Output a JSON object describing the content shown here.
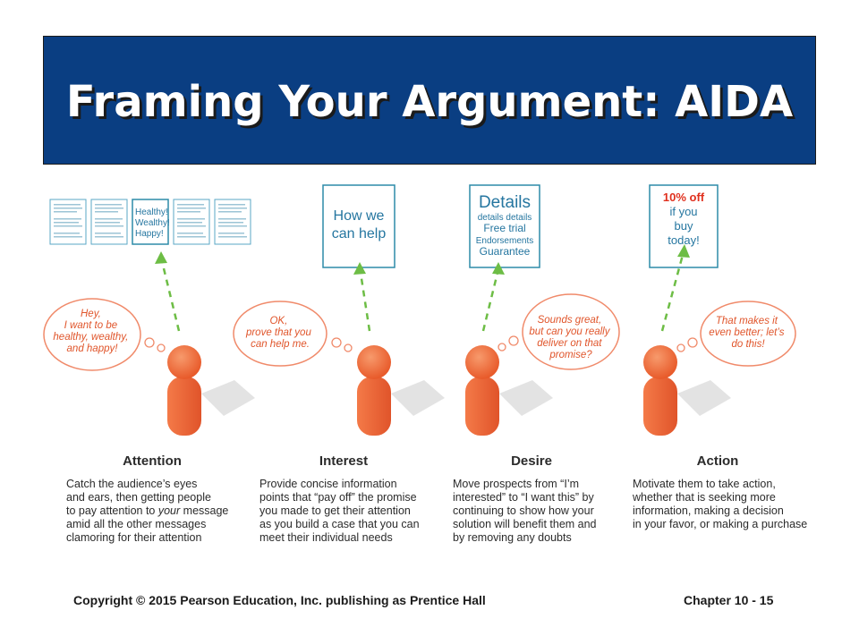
{
  "title": "Framing Your Argument: AIDA",
  "stages": [
    {
      "name": "Attention",
      "bubble": [
        "Hey,",
        "I want to be",
        "healthy, wealthy,",
        "and happy!"
      ],
      "card": [
        "Healthy!",
        "Wealthy!",
        "Happy!"
      ],
      "description": "Catch the audience’s eyes\nand ears, then getting people\nto pay attention to your message\namid all the other messages\nclamoring for their attention"
    },
    {
      "name": "Interest",
      "bubble": [
        "OK,",
        "prove that you",
        "can help me."
      ],
      "card": [
        "How we",
        "can help"
      ],
      "description": "Provide concise information\npoints that “pay off” the promise\nyou made to get their attention\nas you build a case that you can\nmeet their individual needs"
    },
    {
      "name": "Desire",
      "bubble": [
        "Sounds great,",
        "but can you really",
        "deliver on that",
        "promise?"
      ],
      "card": [
        "Details",
        "details details",
        "Free trial",
        "Endorsements",
        "Guarantee"
      ],
      "description": "Move prospects from “I’m\ninterested” to “I want this” by\ncontinuing to show how your\nsolution will benefit them and\nby removing any doubts"
    },
    {
      "name": "Action",
      "bubble": [
        "That makes it",
        "even better; let’s",
        "do this!"
      ],
      "card": [
        "10% off",
        "if you",
        "buy",
        "today!"
      ],
      "description": "Motivate them to take action,\nwhether that is seeking more\ninformation, making a decision\nin your favor, or making a purchase"
    }
  ],
  "footer": {
    "copyright": "Copyright © 2015 Pearson Education, Inc. publishing as Prentice Hall",
    "chapter": "Chapter 10 - 15"
  },
  "colors": {
    "title_bg": "#0a3e82",
    "figure": "#f16a3a",
    "arrow": "#6dbd45",
    "card_border": "#2d8ba8",
    "card_text": "#2576a0",
    "bubble_text": "#e0552b",
    "offer_text": "#e0301e"
  }
}
